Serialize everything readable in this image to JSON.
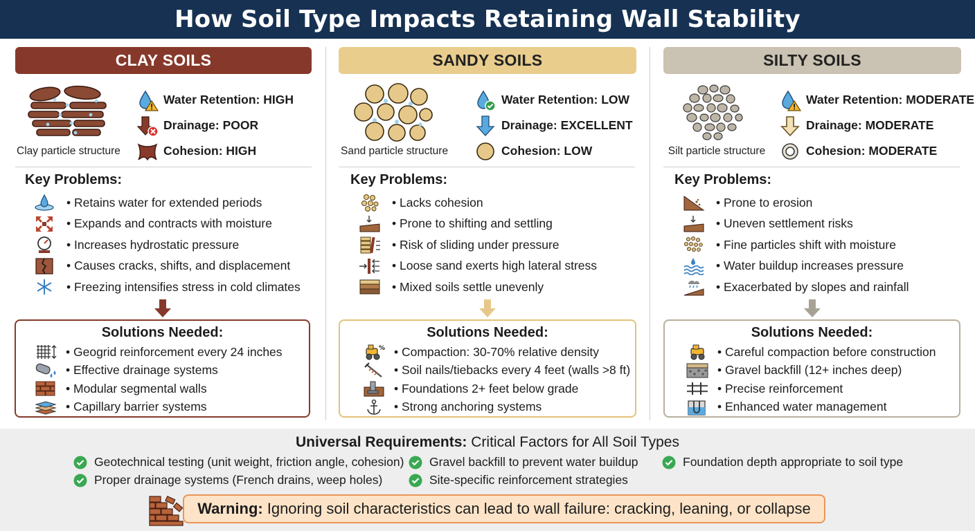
{
  "title": "How Soil Type Impacts Retaining Wall Stability",
  "columns": [
    {
      "id": "clay",
      "banner": "CLAY SOILS",
      "caption": "Clay particle structure",
      "properties": [
        {
          "text": "Water Retention: HIGH",
          "icon": "water-drop-warning-icon"
        },
        {
          "text": "Drainage: POOR",
          "icon": "drainage-poor-icon"
        },
        {
          "text": "Cohesion: HIGH",
          "icon": "cohesion-high-icon"
        }
      ],
      "key_problems_title": "Key Problems:",
      "problems": [
        {
          "text": "• Retains water for extended periods",
          "icon": "water-retention-icon"
        },
        {
          "text": "• Expands and contracts with moisture",
          "icon": "expand-arrows-icon"
        },
        {
          "text": "• Increases hydrostatic pressure",
          "icon": "pressure-gauge-icon"
        },
        {
          "text": "• Causes cracks, shifts, and displacement",
          "icon": "crack-icon"
        },
        {
          "text": "• Freezing intensifies stress in cold climates",
          "icon": "snowflake-icon"
        }
      ],
      "solutions_title": "Solutions Needed:",
      "solutions": [
        {
          "text": "• Geogrid reinforcement every 24 inches",
          "icon": "geogrid-icon"
        },
        {
          "text": "• Effective drainage systems",
          "icon": "drain-pipe-icon"
        },
        {
          "text": "• Modular segmental walls",
          "icon": "brick-wall-icon"
        },
        {
          "text": "• Capillary barrier systems",
          "icon": "layered-barrier-icon"
        }
      ],
      "colors": {
        "accent": "#86392b"
      }
    },
    {
      "id": "sandy",
      "banner": "SANDY SOILS",
      "caption": "Sand particle structure",
      "properties": [
        {
          "text": "Water Retention: LOW",
          "icon": "water-drop-check-icon"
        },
        {
          "text": "Drainage: EXCELLENT",
          "icon": "arrow-down-blue-icon"
        },
        {
          "text": "Cohesion: LOW",
          "icon": "circle-grain-icon"
        }
      ],
      "key_problems_title": "Key Problems:",
      "problems": [
        {
          "text": "• Lacks cohesion",
          "icon": "loose-grains-icon"
        },
        {
          "text": "• Prone to shifting and settling",
          "icon": "settling-icon"
        },
        {
          "text": "• Risk of sliding under pressure",
          "icon": "sliding-wall-icon"
        },
        {
          "text": "• Loose sand exerts high lateral stress",
          "icon": "lateral-stress-icon"
        },
        {
          "text": "• Mixed soils settle unevenly",
          "icon": "soil-layers-icon"
        }
      ],
      "solutions_title": "Solutions Needed:",
      "solutions": [
        {
          "text": "• Compaction: 30-70% relative density",
          "icon": "compactor-icon"
        },
        {
          "text": "• Soil nails/tiebacks every 4 feet (walls >8 ft)",
          "icon": "soil-nail-icon"
        },
        {
          "text": "• Foundations 2+ feet below grade",
          "icon": "foundation-icon"
        },
        {
          "text": "• Strong anchoring systems",
          "icon": "anchor-icon"
        }
      ],
      "colors": {
        "accent": "#e9cd8d"
      }
    },
    {
      "id": "silty",
      "banner": "SILTY SOILS",
      "caption": "Silt particle structure",
      "properties": [
        {
          "text": "Water Retention: MODERATE",
          "icon": "water-drop-warning-icon"
        },
        {
          "text": "Drainage: MODERATE",
          "icon": "arrow-down-outline-icon"
        },
        {
          "text": "Cohesion: MODERATE",
          "icon": "ring-icon"
        }
      ],
      "key_problems_title": "Key Problems:",
      "problems": [
        {
          "text": "• Prone to erosion",
          "icon": "erosion-slope-icon"
        },
        {
          "text": "• Uneven settlement risks",
          "icon": "settling-icon"
        },
        {
          "text": "• Fine particles shift with moisture",
          "icon": "fine-particles-icon"
        },
        {
          "text": "• Water buildup increases pressure",
          "icon": "water-waves-icon"
        },
        {
          "text": "• Exacerbated by slopes and rainfall",
          "icon": "rain-slope-icon"
        }
      ],
      "solutions_title": "Solutions Needed:",
      "solutions": [
        {
          "text": "• Careful compaction before construction",
          "icon": "compactor-icon"
        },
        {
          "text": "• Gravel backfill (12+ inches deep)",
          "icon": "gravel-icon"
        },
        {
          "text": "• Precise reinforcement",
          "icon": "reinforcement-icon"
        },
        {
          "text": "• Enhanced water management",
          "icon": "water-tank-icon"
        }
      ],
      "colors": {
        "accent": "#cac2b2"
      }
    }
  ],
  "universal": {
    "title_bold": "Universal Requirements:",
    "title_rest": "Critical Factors for All Soil Types",
    "requirements": [
      "Geotechnical testing (unit weight, friction angle, cohesion)",
      "Gravel backfill to prevent water buildup",
      "Foundation depth appropriate to soil type",
      "Proper drainage systems (French drains, weep holes)",
      "Site-specific reinforcement strategies"
    ]
  },
  "warning": {
    "label": "Warning:",
    "text": "Ignoring soil characteristics can lead to wall failure: cracking, leaning, or collapse"
  }
}
